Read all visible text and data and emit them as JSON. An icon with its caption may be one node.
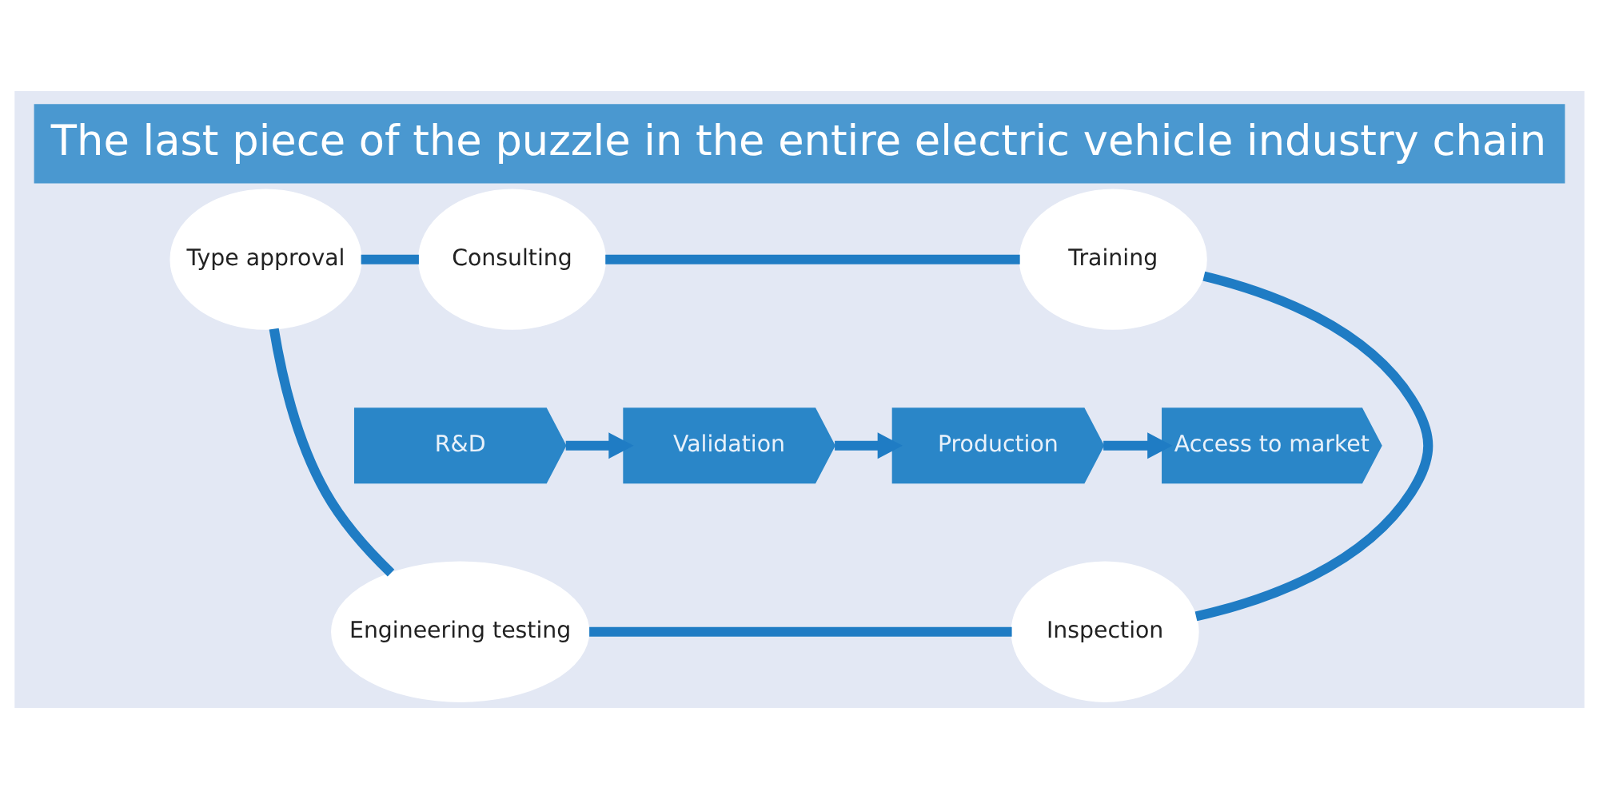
{
  "diagram": {
    "title": "The last piece of the puzzle in the entire electric vehicle industry chain",
    "nodes": [
      {
        "text": [
          "Type approval"
        ]
      },
      {
        "text": [
          "Consulting"
        ]
      },
      {
        "text": [
          "Training"
        ]
      },
      {
        "text": [
          "R&D"
        ]
      },
      {
        "text": [
          "Validation"
        ]
      },
      {
        "text": [
          "Production"
        ]
      },
      {
        "text": [
          "Access to market"
        ]
      },
      {
        "text": [
          "Engineering testing"
        ]
      },
      {
        "text": [
          "Inspection"
        ]
      }
    ],
    "edges": [
      {
        "from": 0,
        "to": 1,
        "arrow": "none"
      },
      {
        "from": 1,
        "to": 2,
        "arrow": "none"
      },
      {
        "from": 2,
        "to": 8,
        "arrow": "none"
      },
      {
        "from": 7,
        "to": 8,
        "arrow": "none"
      },
      {
        "from": 0,
        "to": 7,
        "arrow": "none"
      },
      {
        "from": 3,
        "to": 4,
        "arrow": "to"
      },
      {
        "from": 4,
        "to": 5,
        "arrow": "to"
      },
      {
        "from": 5,
        "to": 6,
        "arrow": "to"
      }
    ]
  }
}
